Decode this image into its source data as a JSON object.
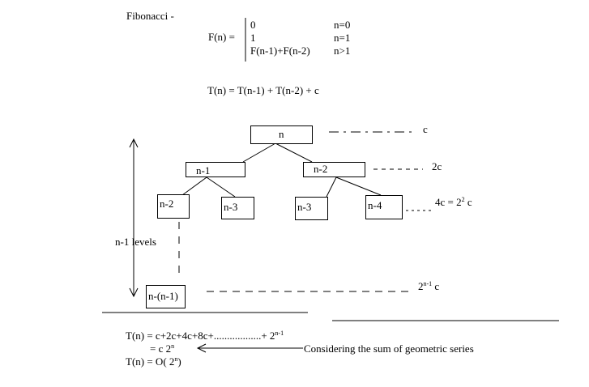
{
  "fibonacci": {
    "heading": "Fibonacci -",
    "lhs": "F(n) =",
    "cases": [
      {
        "value": "0",
        "condition": "n=0"
      },
      {
        "value": "1",
        "condition": "n=1"
      },
      {
        "value": "F(n-1)+F(n-2)",
        "condition": "n>1"
      }
    ]
  },
  "recurrence": "T(n) = T(n-1) + T(n-2) + c",
  "tree": {
    "root": "n",
    "level1": [
      "n-1",
      "n-2"
    ],
    "level2": [
      "n-2",
      "n-3",
      "n-3",
      "n-4"
    ],
    "last": "n-(n-1)",
    "levels_label": "n-1 levels"
  },
  "costs": {
    "level0": "c",
    "level1": "2c",
    "level2_prefix": "4c = 2",
    "level2_exp": "2",
    "level2_suffix": " c",
    "last_base": "2",
    "last_exp": "n-1",
    "last_suffix": " c"
  },
  "summary": {
    "line1_prefix": "T(n) = c+2c+4c+8c+..................+ 2",
    "line1_exp": "n-1",
    "line2_prefix": "= c 2",
    "line2_exp": "n",
    "line3_prefix": "T(n) = O( 2",
    "line3_exp": "n",
    "line3_suffix": ")",
    "note": "Considering the sum of geometric series"
  }
}
